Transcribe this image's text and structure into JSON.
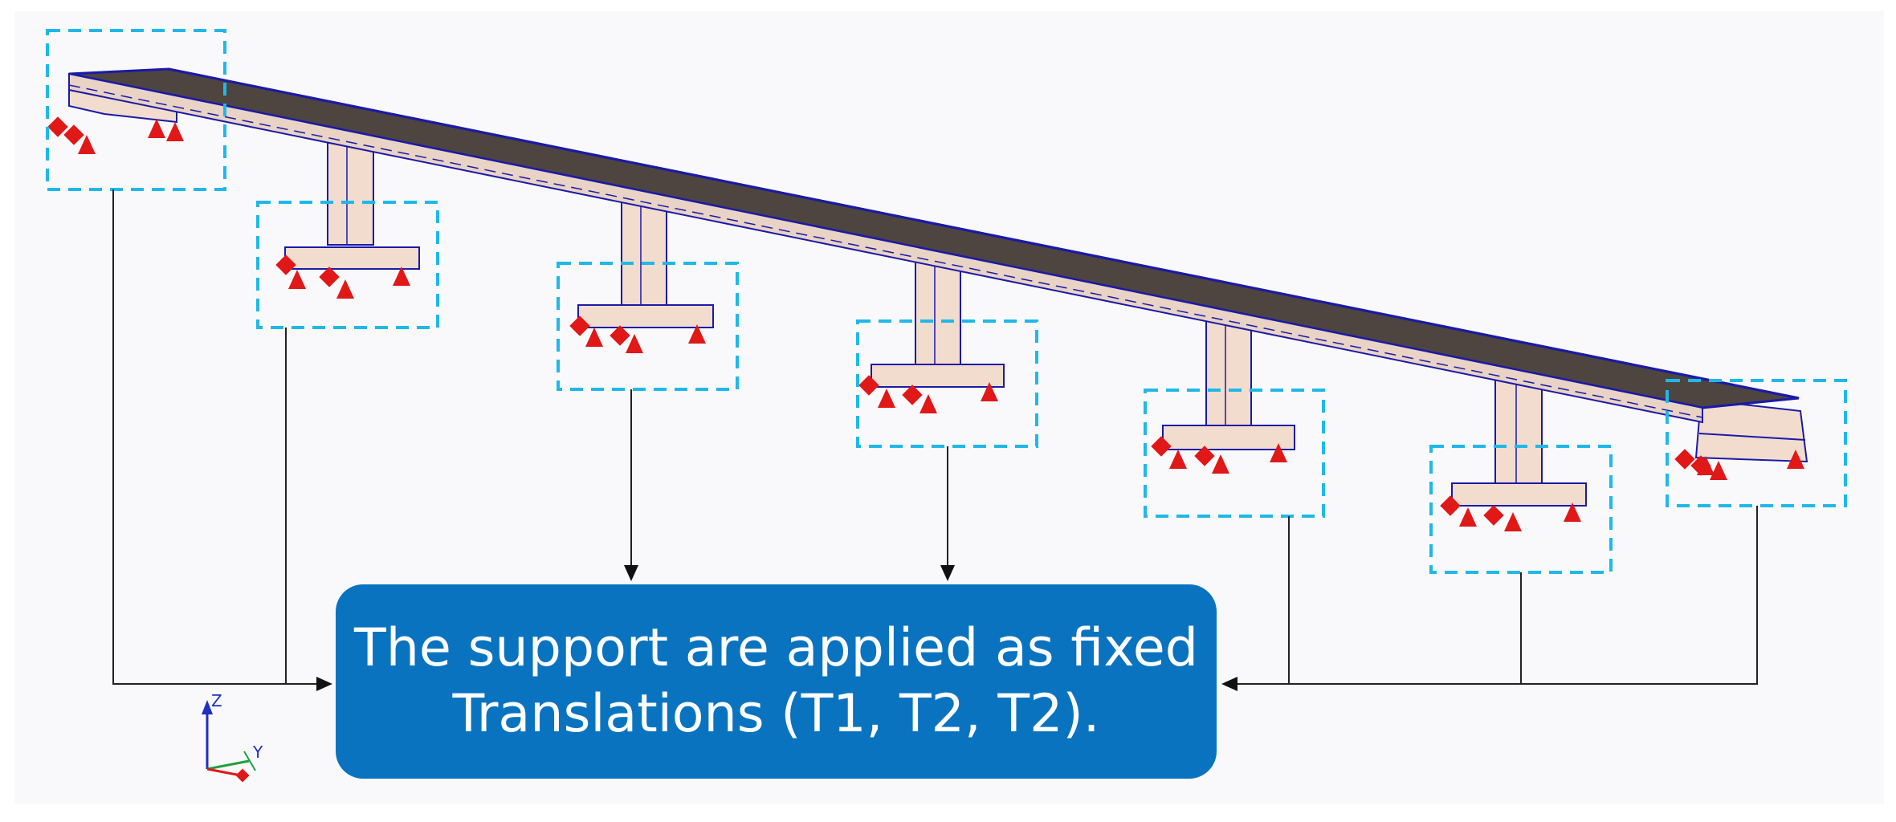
{
  "callout": {
    "line1": "The support are applied as fixed",
    "line2": "Translations (T1, T2, T2)."
  },
  "axes": {
    "z": "Z",
    "y": "Y"
  },
  "colors": {
    "deck": "#4e4440",
    "concrete": "#f2dccd",
    "edge": "#1a1aa8",
    "support": "#e01818",
    "highlight": "#20b8e8",
    "callout": "#0a73c0",
    "leader": "#222222"
  }
}
